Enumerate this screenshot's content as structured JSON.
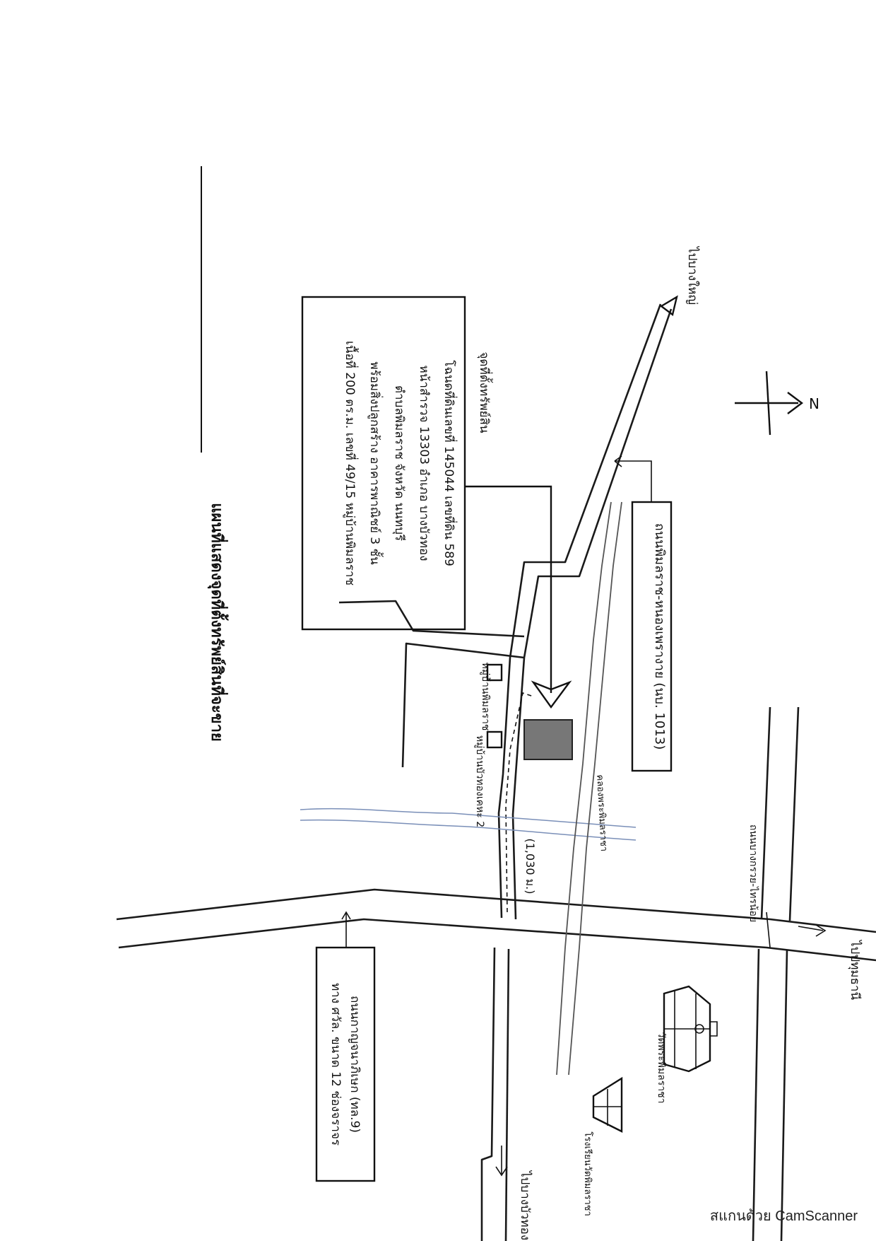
{
  "title": "แผนที่แสดงจุดที่ตั้งทรัพย์สินที่จะขาย",
  "property_box": {
    "heading": "จุดที่ตั้งทรัพย์สิน",
    "line1": "โฉนดที่ดินเลขที่ 145044 เลขที่ดิน 589",
    "line2": "หน้าสำรวจ 13303 อำเภอ บางบัวทอง",
    "line3": "ตำบลพิมลราช จังหวัด นนทบุรี",
    "line4": "พร้อมสิ่งปลูกสร้าง อาคารพาณิชย์ 3 ชั้น",
    "line5": "เนื้อที่ 200 ตร.ม. เลขที่ 49/15 หมู่บ้านพิมลราช"
  },
  "labels": {
    "road_pimonrat": "ถนนพิมลราช-หนองเพรางาย (นบ. 1013)",
    "road_kanchanaphisek_line1": "ถนนกาญจนาภิเษก (ทล.9)",
    "road_kanchanaphisek_line2": "ทาง ศวัล. ขนาด 12 ช่องจราจร",
    "to_top": "ไปบางใหญ่",
    "to_right": "ไปปทุมธานี",
    "to_bottom": "ไปบางบัวทอง",
    "distance": "(1,030 ม.)",
    "village1": "หมู่บ้านพิมลราช",
    "village2": "หมู่บ้านบัวทองเคหะ 2",
    "canal": "คลองพระพิมลราชา",
    "road_bottom_right": "ถนนบางกรวย-ไทรน้อย",
    "temple": "วัดพระพิมลราชา",
    "school": "โรงเรียนวัดพิมลราชา",
    "north": "N"
  },
  "watermark": "สแกนด้วย CamScanner"
}
